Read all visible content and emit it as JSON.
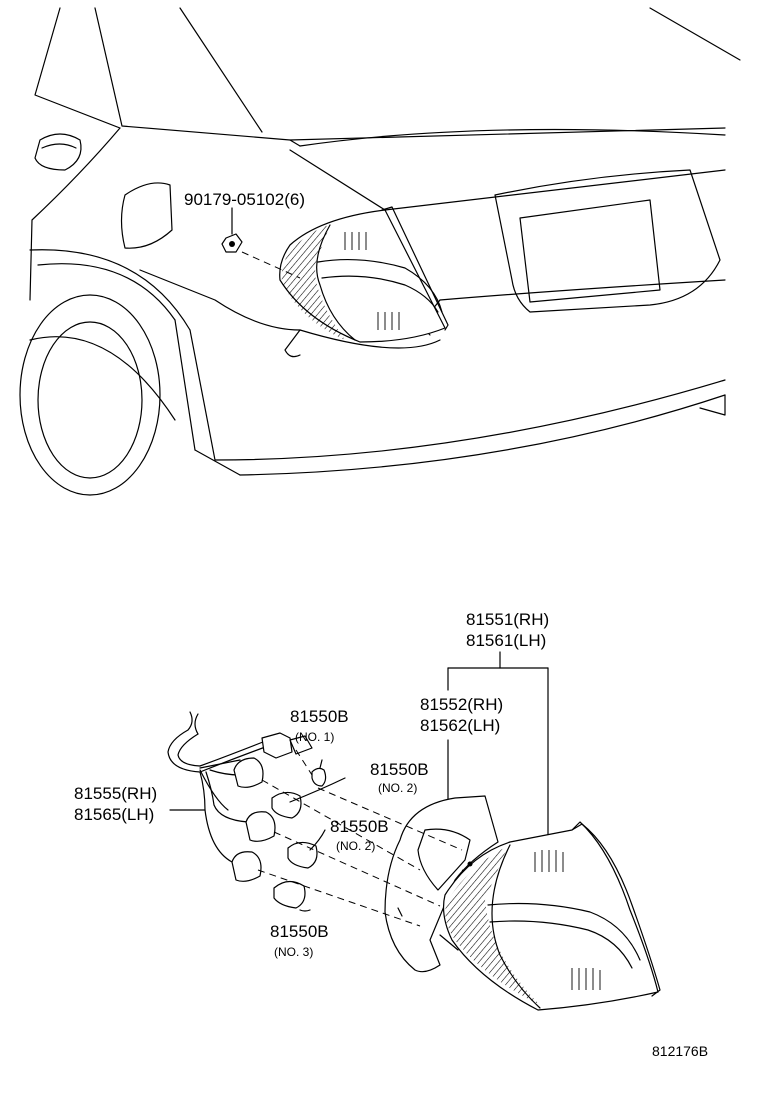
{
  "parts": {
    "nut": "90179-05102(6)",
    "lamp_assy_rh": "81551(RH)",
    "lamp_assy_lh": "81561(LH)",
    "lens_rh": "81552(RH)",
    "lens_lh": "81562(LH)",
    "socket_rh": "81555(RH)",
    "socket_lh": "81565(LH)",
    "bulb_1": "81550B",
    "bulb_1_note": "(NO. 1)",
    "bulb_2a": "81550B",
    "bulb_2a_note": "(NO. 2)",
    "bulb_2b": "81550B",
    "bulb_2b_note": "(NO. 2)",
    "bulb_3": "81550B",
    "bulb_3_note": "(NO. 3)"
  },
  "diagram_id": "812176B"
}
